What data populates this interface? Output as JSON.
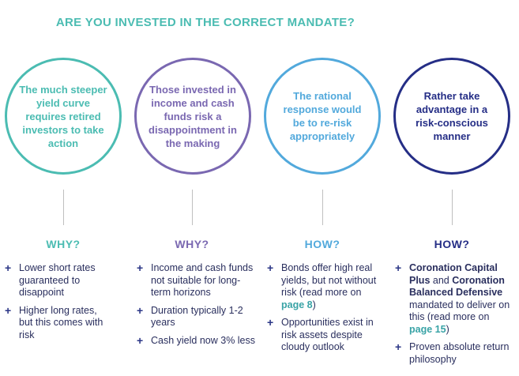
{
  "title": "ARE YOU INVESTED IN THE CORRECT MANDATE?",
  "colors": {
    "teal": "#4bbcb2",
    "purple": "#7a68b1",
    "blue": "#52a9dc",
    "navy": "#252e86",
    "text": "#2a2f5e",
    "link": "#39a3a6"
  },
  "columns": [
    {
      "circle_text": "The much steeper yield curve requires retired investors to take action",
      "heading": "WHY?",
      "bullets": [
        {
          "text": "Lower short rates guaranteed to disappoint"
        },
        {
          "text": "Higher long rates, but this comes with risk"
        }
      ]
    },
    {
      "circle_text": "Those invested in income and cash funds risk a disappointment in the making",
      "heading": "WHY?",
      "bullets": [
        {
          "text": "Income and cash funds not suitable for long-term horizons"
        },
        {
          "text": "Duration typically 1-2 years"
        },
        {
          "text": "Cash yield now 3% less"
        }
      ]
    },
    {
      "circle_text": "The rational response would be to re-risk appropriately",
      "heading": "HOW?",
      "bullets": [
        {
          "text_before": "Bonds offer high real yields, but not without risk (read more on ",
          "link": "page 8",
          "text_after": ")"
        },
        {
          "text": "Opportunities exist in risk assets despite cloudy outlook"
        }
      ]
    },
    {
      "circle_text": "Rather take advantage in a risk-conscious manner",
      "heading": "HOW?",
      "bullets": [
        {
          "bold1": "Coronation Capital Plus",
          "mid": " and ",
          "bold2": "Coronation Balanced Defensive",
          "text_before": " mandated to deliver on this (read more on ",
          "link": "page 15",
          "text_after": ")"
        },
        {
          "text": "Proven absolute return philosophy"
        }
      ]
    }
  ]
}
